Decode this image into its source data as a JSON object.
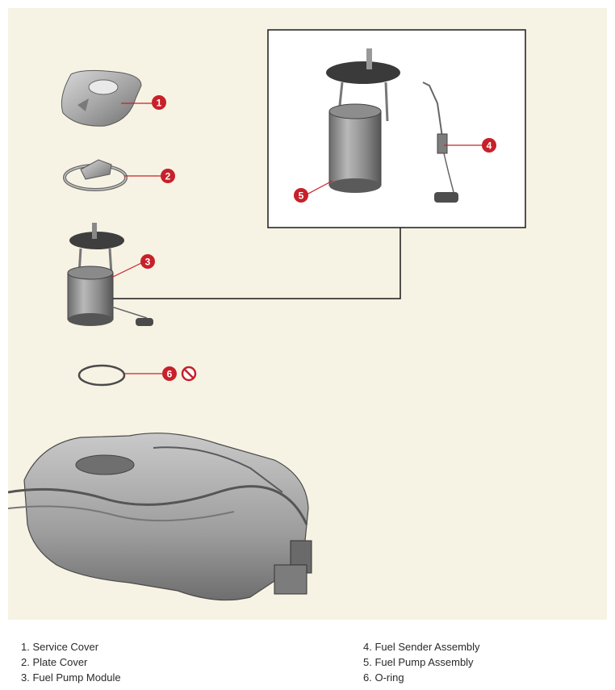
{
  "colors": {
    "background": "#f6f3e4",
    "callout": "#c8202a",
    "metal": "#9a9a9a",
    "leader": "#c8202a"
  },
  "callouts": [
    {
      "number": "1"
    },
    {
      "number": "2"
    },
    {
      "number": "3"
    },
    {
      "number": "4"
    },
    {
      "number": "5"
    },
    {
      "number": "6"
    }
  ],
  "icons": {
    "no_reuse": "prohibited-icon"
  },
  "legend": [
    "1. Service Cover",
    "2. Plate Cover",
    "3. Fuel Pump Module",
    "4. Fuel Sender Assembly",
    "5. Fuel Pump Assembly",
    "6. O-ring"
  ]
}
